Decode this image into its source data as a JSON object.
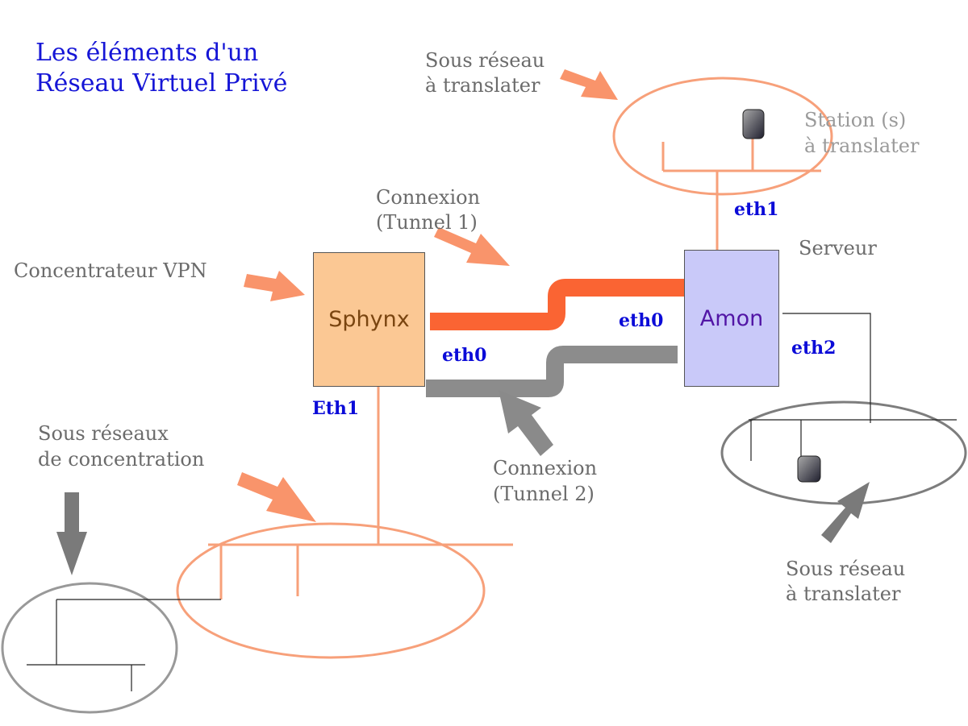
{
  "title": {
    "line1": "Les éléments d'un",
    "line2": "Réseau Virtuel Privé"
  },
  "nodes": {
    "sphynx": "Sphynx",
    "amon": "Amon"
  },
  "labels": {
    "concentrateur": "Concentrateur VPN",
    "serveur": "Serveur",
    "tunnel1": {
      "line1": "Connexion",
      "line2": "(Tunnel 1)"
    },
    "tunnel2": {
      "line1": "Connexion",
      "line2": "(Tunnel 2)"
    },
    "sous_reseau_top": {
      "line1": "Sous réseau",
      "line2": "à translater"
    },
    "station": {
      "line1": "Station (s)",
      "line2": "à translater"
    },
    "sous_reseaux_concentration": {
      "line1": "Sous réseaux",
      "line2": "de concentration"
    },
    "sous_reseau_right": {
      "line1": "Sous réseau",
      "line2": "à translater"
    }
  },
  "interfaces": {
    "eth1_amon": "eth1",
    "eth0_amon": "eth0",
    "eth2_amon": "eth2",
    "eth0_sphynx": "eth0",
    "eth1_sphynx": "Eth1"
  },
  "colors": {
    "title": "#1515d6",
    "interface_label": "#0b0bd8",
    "tunnel1": "#fa6433",
    "tunnel2": "#8c8c8c",
    "network_orange": "#f7a07a",
    "arrow_orange": "#f9946b",
    "arrow_gray": "#7a7a7a",
    "sphynx_fill": "#fbc894",
    "amon_fill": "#c9c9f9"
  }
}
